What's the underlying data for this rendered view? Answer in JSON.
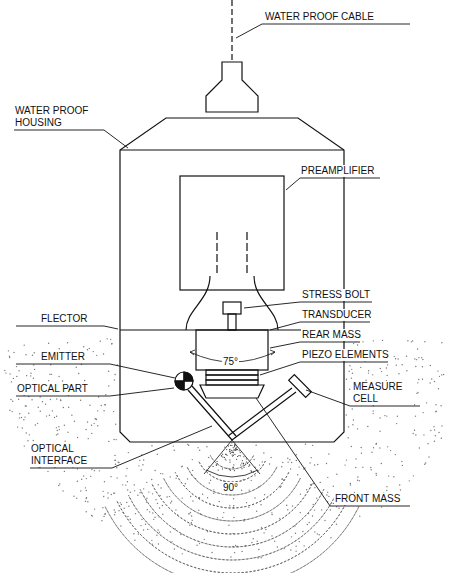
{
  "diagram": {
    "labels": [
      "WATER PROOF CABLE",
      "WATER PROOF HOUSING",
      "PREAMPLIFIER",
      "STRESS BOLT",
      "FLECTOR",
      "TRANSDUCER",
      "REAR MASS",
      "EMITTER",
      "PIEZO ELEMENTS",
      "75°",
      "OPTICAL PART",
      "MEASURE CELL",
      "OPTICAL INTERFACE",
      "90°",
      "FRONT MASS"
    ]
  }
}
